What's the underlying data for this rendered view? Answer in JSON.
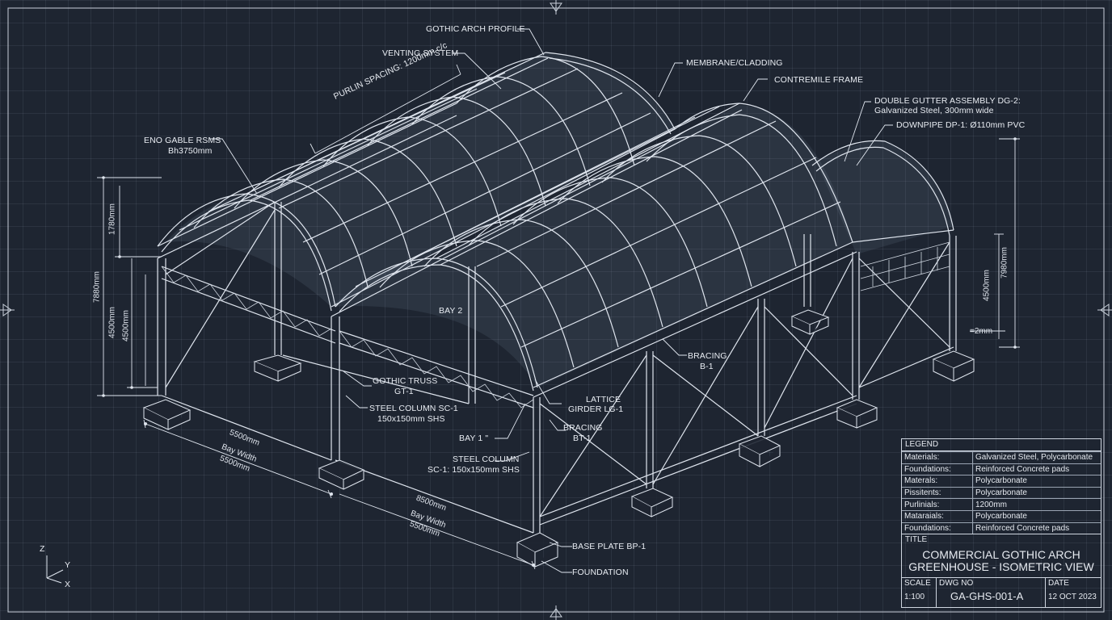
{
  "labels": {
    "gothic_arch_profile": "GOTHIC ARCH PROFILE",
    "venting_system": "VENTING SYSTEM",
    "membrane_cladding": "MEMBRANE/CLADDING",
    "contremile_frame": "CONTREMILE FRAME",
    "double_gutter_line1": "DOUBLE GUTTER ASSEMBLY DG-2:",
    "double_gutter_line2": "Galvanized Steel, 300mm wide",
    "downpipe": "DOWNPIPE DP-1: Ø110mm PVC",
    "purlin_spacing": "PURLIN SPACING: 1200mm c/c",
    "end_gable_line1": "ENO GABLE RSMS",
    "end_gable_line2": "Bh3750mm",
    "bay2": "BAY 2",
    "gothic_truss_line1": "GOTHIC TRUSS",
    "gothic_truss_line2": "GT-1",
    "steel_col1_line1": "STEEL COLUMN SC-1",
    "steel_col1_line2": "150x150mm SHS",
    "bay1": "BAY 1 \"",
    "lattice_line1": "LATTICE",
    "lattice_line2": "GIRDER LG-1",
    "bracing_bt_line1": "BRACING",
    "bracing_bt_line2": "BT-1",
    "bracing_b_line1": "BRACING",
    "bracing_b_line2": "B-1",
    "steel_col2_line1": "STEEL COLUMN",
    "steel_col2_line2": "SC-1: 150x150mm SHS",
    "base_plate": "BASE PLATE BP-1",
    "foundation": "FOUNDATION"
  },
  "dimensions": {
    "d_1780": "1780mm",
    "d_7880_left": "7880mm",
    "d_4500_a": "4500mm",
    "d_4500_b": "4500mm",
    "d_7980_right": "7980mm",
    "d_4500_right": "4500mm",
    "d_2mm": "=2mm",
    "bay_a_top": "5500mm",
    "bay_a_mid": "Bay Width",
    "bay_a_bot": "5500mm",
    "bay_b_top": "8500mm",
    "bay_b_mid": "Bay Width",
    "bay_b_bot": "5500mm"
  },
  "legend": {
    "heading": "LEGEND",
    "rows": [
      {
        "key": "Materials:",
        "value": "Galvanized Steel, Polycarbonate"
      },
      {
        "key": "Foundations:",
        "value": "Reinforced Concrete pads"
      },
      {
        "key": "Materals:",
        "value": "Polycarbonate"
      },
      {
        "key": "Pissitents:",
        "value": "Polycarbonate"
      },
      {
        "key": "Purlinials:",
        "value": "1200mm"
      },
      {
        "key": "Mataraials:",
        "value": "Polycarbonate"
      },
      {
        "key": "Foundations:",
        "value": "Reinforced Concrete pads"
      }
    ]
  },
  "title_block": {
    "heading": "TITLE",
    "title_line1": "COMMERCIAL GOTHIC ARCH",
    "title_line2": "GREENHOUSE - ISOMETRIC VIEW",
    "scale_label": "SCALE",
    "scale_value": "1:100",
    "dwg_label": "DWG NO",
    "dwg_value": "GA-GHS-001-A",
    "date_label": "DATE",
    "date_value": "12 OCT 2023"
  },
  "axes": {
    "z": "Z",
    "y": "Y",
    "x": "X"
  },
  "colors": {
    "background": "#1e2531",
    "line": "#dfe5ee",
    "text": "#e8ecf2"
  }
}
